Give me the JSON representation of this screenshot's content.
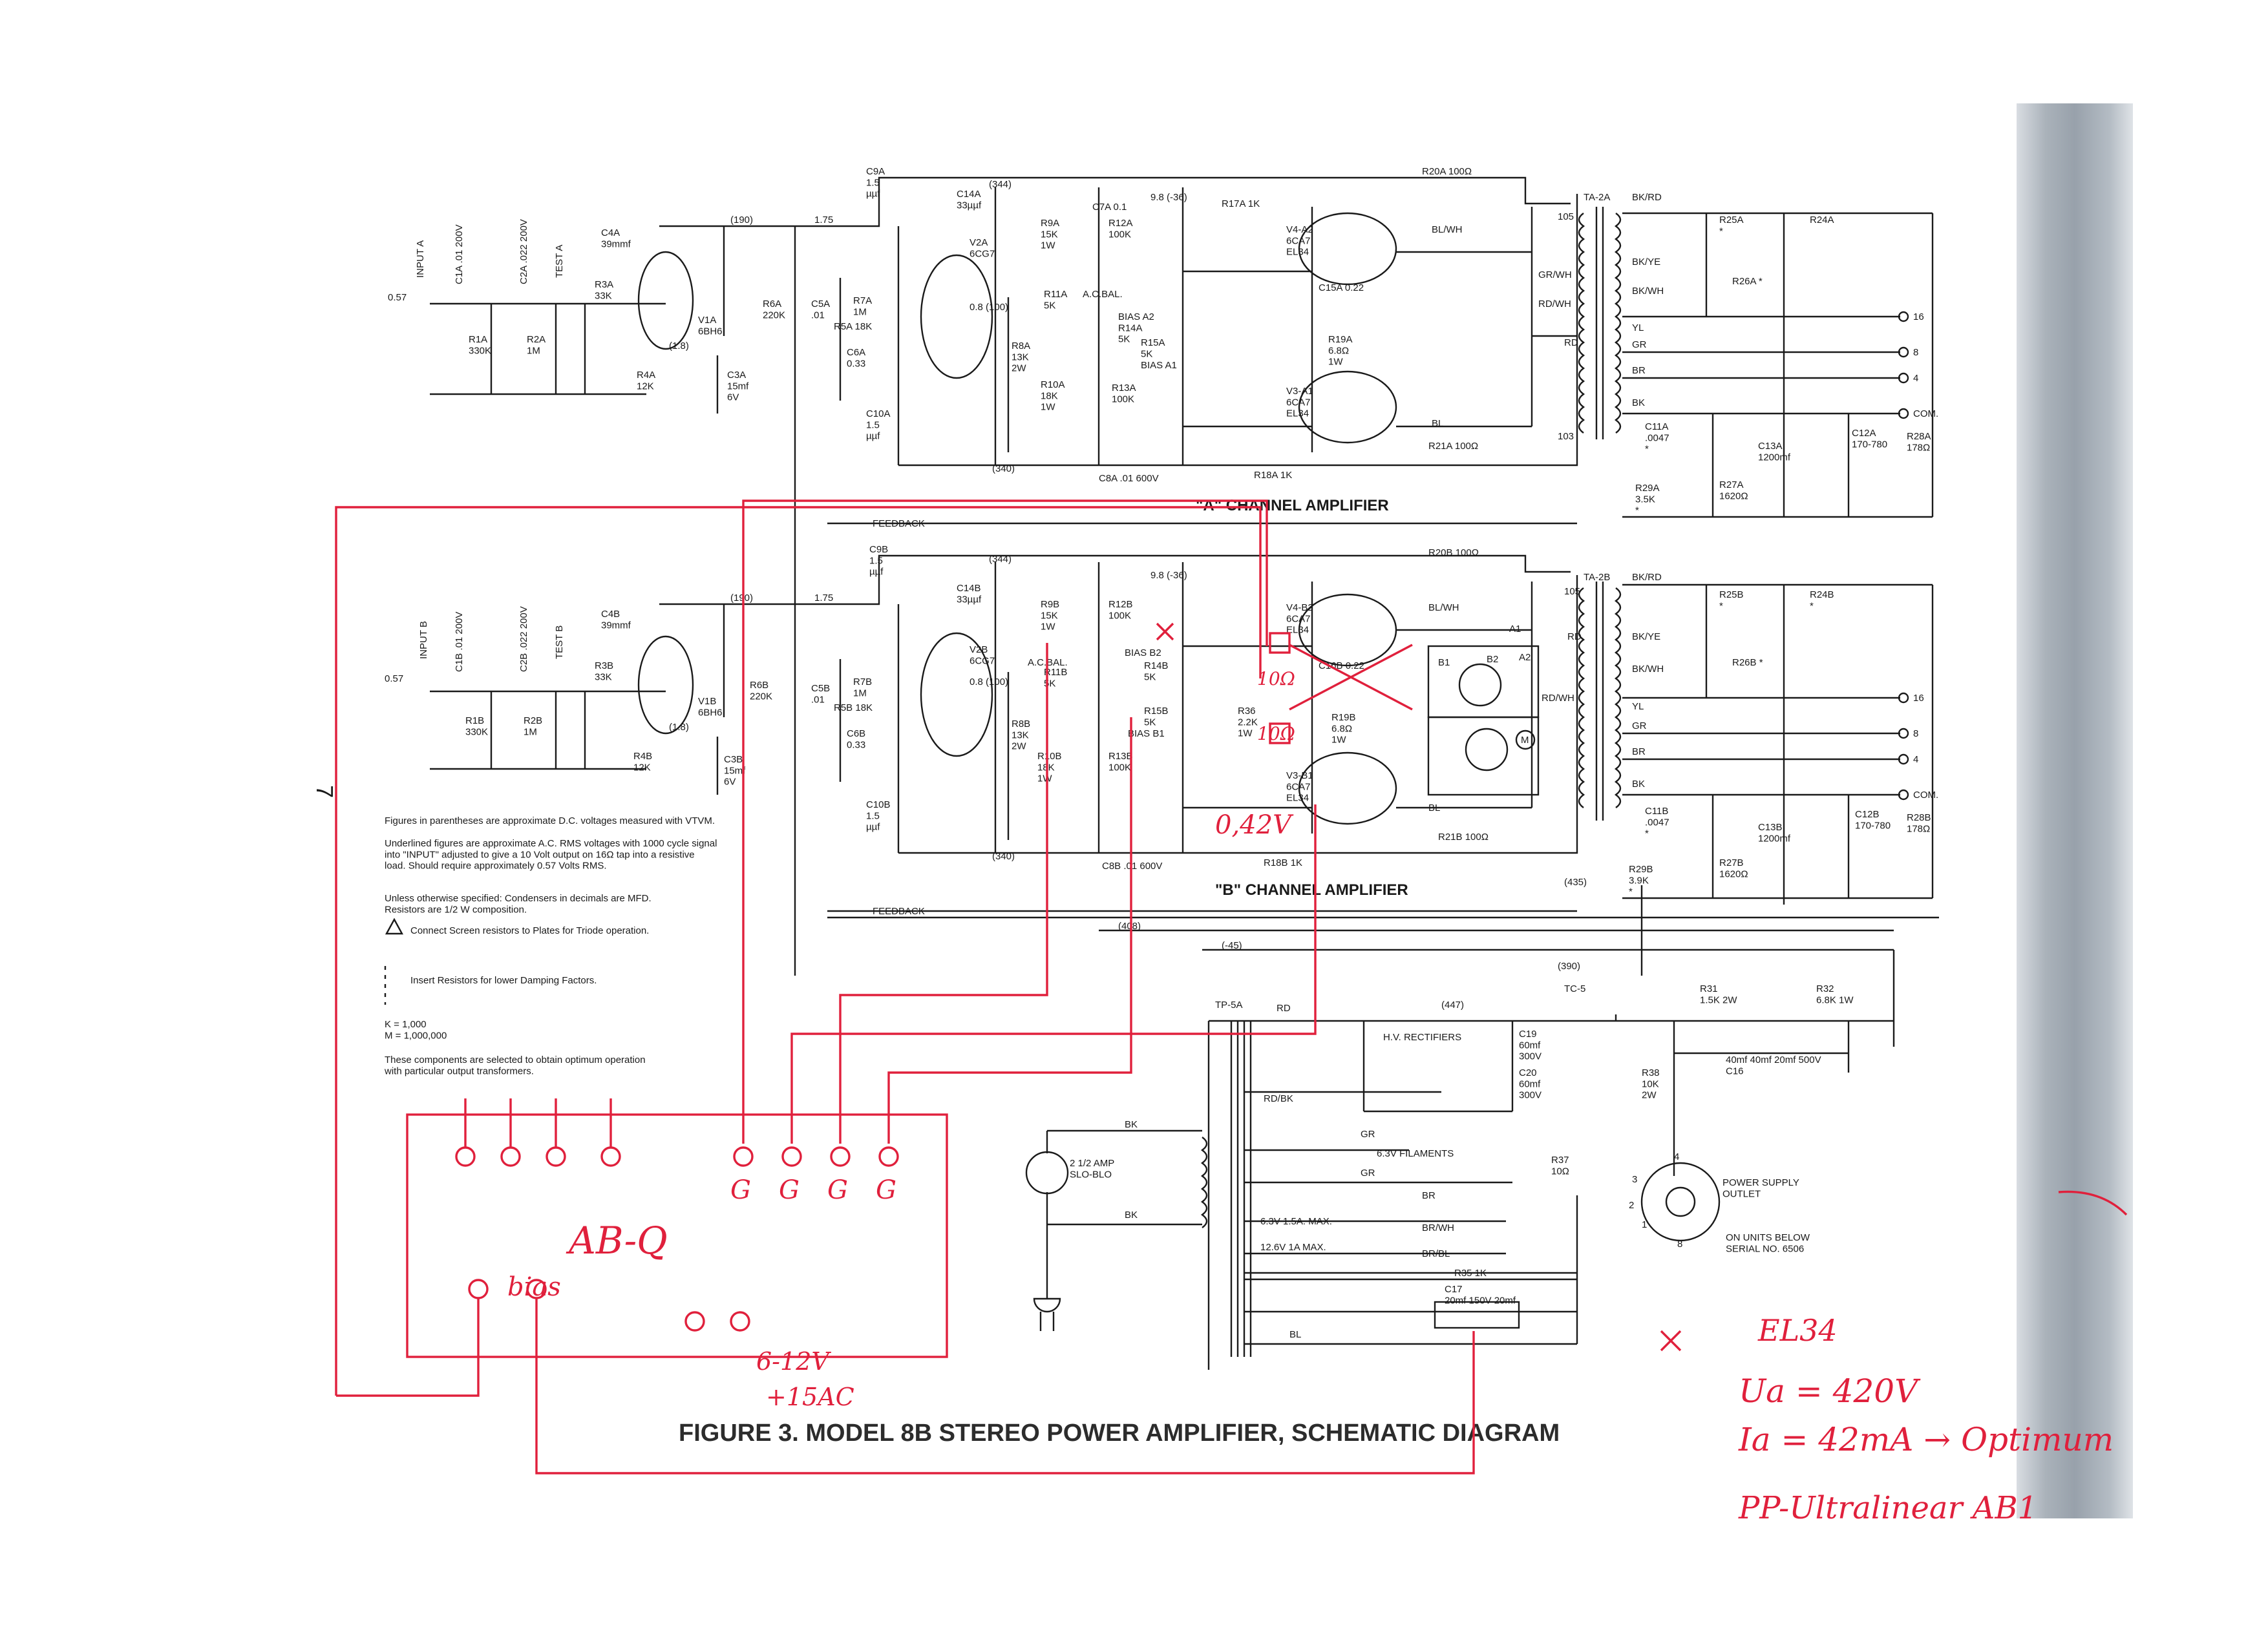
{
  "figure": {
    "caption": "FIGURE 3.  MODEL 8B STEREO POWER AMPLIFIER, SCHEMATIC DIAGRAM",
    "page_marker": "7"
  },
  "channels": {
    "a": {
      "title": "\"A\" CHANNEL AMPLIFIER",
      "input": "INPUT A",
      "test": "TEST A",
      "feedback": "FEEDBACK"
    },
    "b": {
      "title": "\"B\" CHANNEL AMPLIFIER",
      "input": "INPUT B",
      "test": "TEST B",
      "feedback": "FEEDBACK"
    }
  },
  "tubes": {
    "v1a": "V1A\n6BH6",
    "v2a": "V2A\n6CG7",
    "v3a": "V3-A1\n6CA7\nEL34",
    "v4a": "V4-A2\n6CA7\nEL34",
    "v1b": "V1B\n6BH6",
    "v2b": "V2B\n6CG7",
    "v3b": "V3-B1\n6CA7\nEL34",
    "v4b": "V4-B2\n6CA7\nEL34"
  },
  "components_a": {
    "c1a": "C1A .01 200V",
    "c2a": "C2A .022 200V",
    "r1a": "R1A\n330K",
    "r2a": "R2A\n1M",
    "r3a": "R3A\n33K",
    "r4a": "R4A\n12K",
    "c3a": "C3A\n15mf\n6V",
    "c4a": "C4A\n39mmf",
    "r6a": "R6A\n220K",
    "c5a": "C5A\n.01",
    "r5a": "R5A 18K",
    "r7a": "R7A\n1M",
    "c6a": "C6A\n0.33",
    "c9a": "C9A\n1.5\nµµf",
    "c14a": "C14A\n33µµf",
    "c10a": "C10A\n1.5\nµµf",
    "r8a": "R8A\n13K\n2W",
    "r9a": "R9A\n15K\n1W",
    "r11a": "R11A\n5K",
    "acbal": "A.C.BAL.",
    "r10a": "R10A\n18K\n1W",
    "c7a": "C7A 0.1",
    "r12a": "R12A\n100K",
    "r17a": "R17A 1K",
    "bias_a2": "BIAS A2\nR14A\n5K",
    "r15a": "R15A\n5K",
    "bias_a1": "BIAS A1",
    "r13a": "R13A\n100K",
    "c8a": "C8A .01 600V",
    "r18a": "R18A 1K",
    "r20a": "R20A 100Ω",
    "r21a": "R21A 100Ω",
    "c15a": "C15A 0.22",
    "r19a": "R19A\n6.8Ω\n1W",
    "v_344": "(344)",
    "v_9836": "9.8 (-36)",
    "v_340": "(340)",
    "v_190": "(190)",
    "v_175": "1.75",
    "v_18": "(1.8)",
    "v_08": "0.8 (100)",
    "in_lvl": "0.57"
  },
  "components_b": {
    "c1b": "C1B .01 200V",
    "c2b": "C2B .022 200V",
    "r1b": "R1B\n330K",
    "r2b": "R2B\n1M",
    "r3b": "R3B\n33K",
    "r4b": "R4B\n12K",
    "c3b": "C3B\n15mf\n6V",
    "c4b": "C4B\n39mmf",
    "r6b": "R6B\n220K",
    "c5b": "C5B\n.01",
    "r5b": "R5B 18K",
    "r7b": "R7B\n1M",
    "c6b": "C6B\n0.33",
    "c9b": "C9B\n1.5\nµµf",
    "c14b": "C14B\n33µµf",
    "c10b": "C10B\n1.5\nµµf",
    "r8b": "R8B\n13K\n2W",
    "r9b": "R9B\n15K\n1W",
    "r11b": "R11B\n5K",
    "acbal": "A.C.BAL.",
    "r10b": "R10B\n18K\n1W",
    "r12b": "R12B\n100K",
    "bias_b2": "BIAS B2",
    "r14b": "R14B\n5K",
    "r15b": "R15B\n5K",
    "bias_b1": "BIAS B1",
    "r13b": "R13B\n100K",
    "c8b": "C8B .01 600V",
    "r18b": "R18B 1K",
    "r20b": "R20B 100Ω",
    "r21b": "R21B 100Ω",
    "c16b": "C16B 0.22",
    "r19b": "R19B\n6.8Ω\n1W",
    "r36": "R36\n2.2K\n1W",
    "v_344": "(344)",
    "v_9836": "9.8 (-36)",
    "v_340": "(340)",
    "v_190": "(190)",
    "v_175": "1.75",
    "v_18": "(1.8)",
    "v_08": "0.8 (100)",
    "in_lvl": "0.57",
    "v_408": "(408)",
    "v_m45": "(-45)",
    "v_435": "(435)"
  },
  "output_a": {
    "transformer": "TA-2A",
    "bkrd": "BK/RD",
    "bkye": "BK/YE",
    "bkwh": "BK/WH",
    "yl": "YL",
    "gr": "GR",
    "br": "BR",
    "bk": "BK",
    "rd": "RD",
    "grwh": "GR/WH",
    "rdwh": "RD/WH",
    "blwh": "BL/WH",
    "bl": "BL",
    "t105": "105",
    "t103": "103",
    "r25a": "R25A\n*",
    "r24a": "R24A",
    "r26a": "R26A *",
    "c11a": "C11A\n.0047\n*",
    "r29a": "R29A\n3.5K\n*",
    "r27a": "R27A\n1620Ω",
    "c13a": "C13A\n1200mf",
    "c12a": "C12A\n170-780",
    "r28a": "R28A\n178Ω"
  },
  "output_b": {
    "transformer": "TA-2B",
    "bkrd": "BK/RD",
    "bkye": "BK/YE",
    "bkwh": "BK/WH",
    "yl": "YL",
    "gr": "GR",
    "br": "BR",
    "bk": "BK",
    "rd": "RD",
    "rdwh": "RD/WH",
    "blwh": "BL/WH",
    "bl": "BL",
    "t105": "105",
    "r25b": "R25B\n*",
    "r24b": "R24B\n*",
    "r26b": "R26B *",
    "c11b": "C11B\n.0047\n*",
    "r29b": "R29B\n3.9K\n*",
    "r27b": "R27B\n1620Ω",
    "c13b": "C13B\n1200mf",
    "c12b": "C12B\n170-780",
    "r28b": "R28B\n178Ω"
  },
  "outputs": {
    "o16": "16",
    "o8": "8",
    "o4": "4",
    "com": "COM."
  },
  "power": {
    "tp": "TP-5A",
    "rd": "RD",
    "rdbk": "RD/BK",
    "gr1": "GR",
    "gr2": "GR",
    "br": "BR",
    "brwh": "BR/WH",
    "brbl": "BR/BL",
    "bk1": "BK",
    "bk2": "BK",
    "bl": "BL",
    "fuse": "2 1/2 AMP\nSLO-BLO",
    "hv_rect": "H.V. RECTIFIERS",
    "v447": "(447)",
    "tc": "TC-5",
    "v390": "(390)",
    "c19": "C19\n60mf\n300V",
    "c20": "C20\n60mf\n300V",
    "r31": "R31\n1.5K 2W",
    "r32": "R32\n6.8K 1W",
    "c16": "40mf  40mf  20mf  500V\nC16",
    "r38": "R38\n10K\n2W",
    "fil": "6.3V FILAMENTS",
    "r37": "R37\n10Ω",
    "w63": "6.3V 1.5A. MAX.",
    "w126": "12.6V 1A MAX.",
    "r35": "R35 1K",
    "c17": "C17\n20mf  150V  20mf",
    "outlet": "POWER SUPPLY\nOUTLET",
    "serial": "ON UNITS BELOW\nSERIAL NO. 6506",
    "p1": "1",
    "p2": "2",
    "p3": "3",
    "p4": "4",
    "p8": "8"
  },
  "notes": {
    "n1": "Figures in parentheses are approximate D.C. voltages measured with VTVM.",
    "n2": "Underlined figures are approximate A.C. RMS voltages with 1000 cycle signal\ninto \"INPUT\" adjusted to give a 10 Volt output on 16Ω tap into a resistive\nload. Should require approximately 0.57 Volts RMS.",
    "n3": "Unless otherwise specified: Condensers in decimals are MFD.\nResistors are 1/2 W composition.",
    "n4": "Connect Screen resistors to Plates for Triode operation.",
    "n5": "Insert Resistors for lower Damping Factors.",
    "n6": "K = 1,000\nM = 1,000,000",
    "n7": "These components are selected to obtain optimum operation\nwith particular output transformers."
  },
  "meters": {
    "b2": "B2",
    "b1": "B1",
    "a1": "A1",
    "a2": "A2",
    "m": "M"
  },
  "annotations": {
    "abq": "AB-Q",
    "bias": "bias",
    "g1": "G",
    "g2": "G",
    "g3": "G",
    "g4": "G",
    "v_6_12": "6-12V",
    "v_15ac": "+15AC",
    "ohm_top": "10Ω",
    "ohm_bot": "10Ω",
    "volt": "0,42V",
    "tube": "EL34",
    "ua": "Ua = 420V",
    "ia": "Ia = 42mA → Optimum",
    "mode": "PP-Ultralinear AB1"
  },
  "colors": {
    "ink": "#1a1a1a",
    "annotation_red": "#e0203c",
    "paper": "#ffffff",
    "scan_edge": "#98a1ab"
  }
}
